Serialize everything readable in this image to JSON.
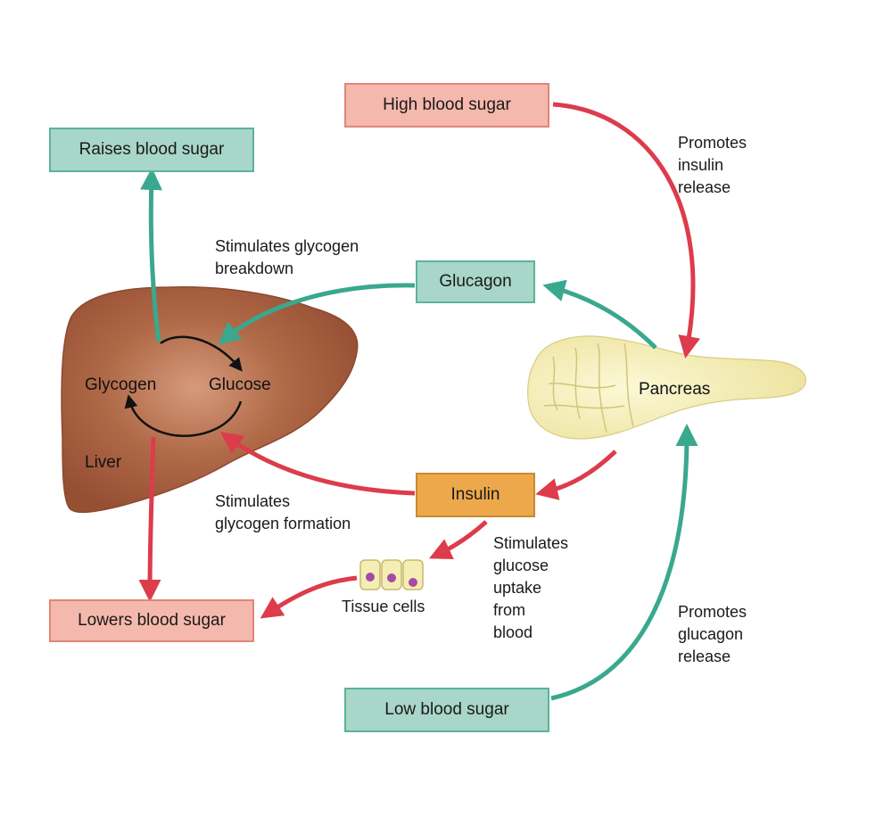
{
  "boxes": {
    "high_blood_sugar": "High blood sugar",
    "raises_blood_sugar": "Raises blood sugar",
    "glucagon": "Glucagon",
    "insulin": "Insulin",
    "lowers_blood_sugar": "Lowers blood sugar",
    "low_blood_sugar": "Low blood sugar"
  },
  "labels": {
    "promotes_insulin_release": "Promotes\ninsulin\nrelease",
    "stimulates_glycogen_breakdown": "Stimulates glycogen\nbreakdown",
    "stimulates_glycogen_formation": "Stimulates\nglycogen formation",
    "stimulates_glucose_uptake": "Stimulates\nglucose\nuptake\nfrom\nblood",
    "promotes_glucagon_release": "Promotes\nglucagon\nrelease",
    "tissue_cells": "Tissue cells"
  },
  "organs": {
    "glycogen": "Glycogen",
    "glucose": "Glucose",
    "liver": "Liver",
    "pancreas": "Pancreas"
  },
  "colors": {
    "teal_arrow": "#3aa88e",
    "red_arrow": "#dc3c4b",
    "liver": "#a0583a",
    "pancreas": "#f3edb4"
  }
}
